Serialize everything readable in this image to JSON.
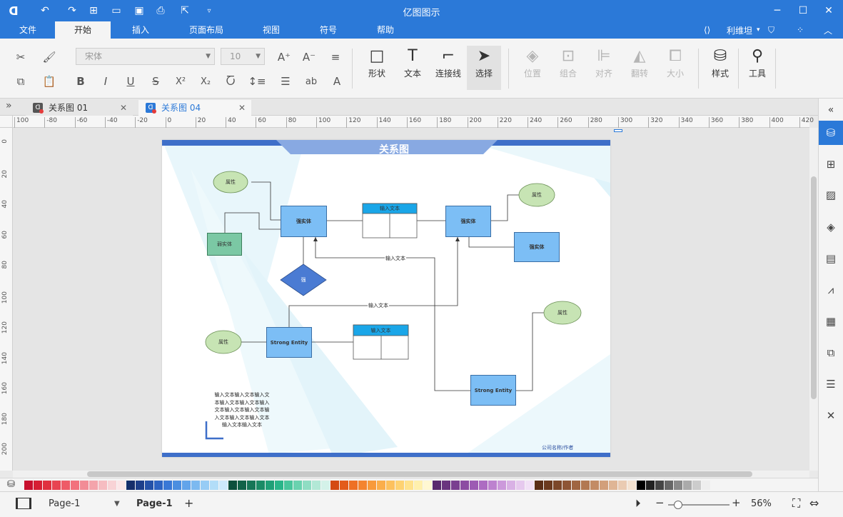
{
  "app": {
    "title": "亿图图示"
  },
  "colors": {
    "accent": "#2b79d8",
    "entity": "#7cbef5",
    "entity_border": "#3a6ea5",
    "attr": "#c7e4b4",
    "weak": "#7bc8a4",
    "relation": "#4a7bd3",
    "table_head": "#1aa6e8"
  },
  "menu": {
    "tabs": [
      "文件",
      "开始",
      "插入",
      "页面布局",
      "视图",
      "符号",
      "帮助"
    ],
    "active": "开始",
    "user": "利维坦"
  },
  "ribbon": {
    "font": "宋体",
    "size": "10",
    "buttons": {
      "shape": "形状",
      "text": "文本",
      "connector": "连接线",
      "select": "选择",
      "position": "位置",
      "group": "组合",
      "align": "对齐",
      "flip": "翻转",
      "size": "大小",
      "style": "样式",
      "tools": "工具"
    }
  },
  "tabs": [
    {
      "label": "关系图 01"
    },
    {
      "label": "关系图 04"
    }
  ],
  "ruler": {
    "h": [
      "100",
      "-80",
      "-60",
      "-40",
      "-20",
      "0",
      "20",
      "40",
      "60",
      "80",
      "100",
      "120",
      "140",
      "160",
      "180",
      "200",
      "220",
      "240",
      "260",
      "280",
      "300",
      "320",
      "340",
      "360",
      "380",
      "400",
      "420"
    ],
    "v": [
      "0",
      "20",
      "40",
      "60",
      "80",
      "100",
      "120",
      "140",
      "160",
      "180",
      "200"
    ]
  },
  "diagram": {
    "title": "关系图",
    "attr": "属性",
    "strong": "强实体",
    "weak": "弱实体",
    "relation": "强",
    "strong_en": "Strong Entity",
    "table_head": "输入文本",
    "edge": "输入文本",
    "note": [
      "输入文本输入文本输入文",
      "本输入文本输入文本输入",
      "文本输入文本输入文本输",
      "入文本输入文本输入文本",
      "输入文本输入文本"
    ],
    "footer": "公司名称/作者"
  },
  "status": {
    "page_select": "Page-1",
    "page_tab": "Page-1",
    "zoom": "56%"
  }
}
